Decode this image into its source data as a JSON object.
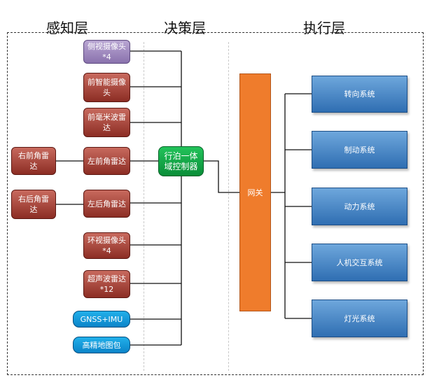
{
  "layers": {
    "perception": "感知层",
    "decision": "决策层",
    "execution": "执行层"
  },
  "sensors_center": [
    "侧视摄像头*4",
    "前智能摄像头",
    "前毫米波雷达",
    "左前角雷达",
    "左后角雷达",
    "环视摄像头*4",
    "超声波雷达*12",
    "GNSS+IMU",
    "高精地图包"
  ],
  "sensors_left": [
    "右前角雷达",
    "右后角雷达"
  ],
  "controller": "行泊一体域控制器",
  "gateway": "网关",
  "systems": [
    "转向系统",
    "制动系统",
    "动力系统",
    "人机交互系统",
    "灯光系统"
  ],
  "colors": {
    "red_node": "#a03a2e",
    "purple_node": "#9e89bf",
    "green_node": "#12a544",
    "cyan_node": "#1a9ee0",
    "gateway": "#ef7c2c",
    "exec_box": "#4a8bcb"
  }
}
